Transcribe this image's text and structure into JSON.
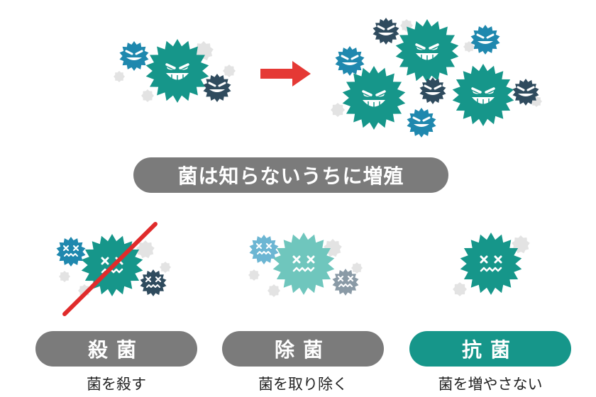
{
  "colors": {
    "teal": "#16968a",
    "blue": "#1f88ae",
    "navy": "#2f4b5e",
    "light_teal": "#6fc6bd",
    "light_blue": "#6cb6d3",
    "gray_pill": "#7b7b7b",
    "faint_gray": "#e3e3e3",
    "arrow_red": "#e53935",
    "slash_red": "#e02b2b"
  },
  "icons": {
    "arrow": "arrow-right-icon",
    "germ": "germ-icon",
    "slash": "slash-icon"
  },
  "banner": {
    "text": "菌は知らないうちに増殖"
  },
  "methods": [
    {
      "label": "殺菌",
      "caption": "菌を殺す"
    },
    {
      "label": "除菌",
      "caption": "菌を取り除く"
    },
    {
      "label": "抗菌",
      "caption": "菌を増やさない"
    }
  ]
}
